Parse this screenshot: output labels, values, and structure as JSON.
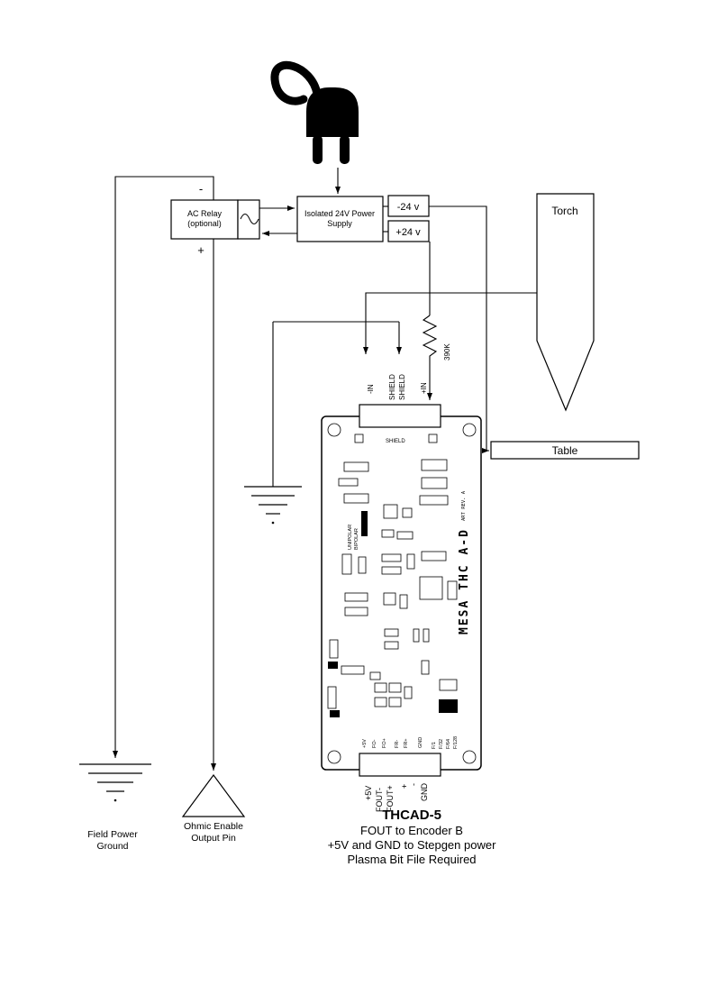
{
  "icons": {
    "plug": "power-plug-icon",
    "sine": "sine-wave-icon",
    "earth_ground": "earth-ground-icon",
    "resistor": "resistor-icon",
    "triangle": "triangle-symbol-icon"
  },
  "colors": {
    "ink": "#000000",
    "paper": "#ffffff"
  },
  "power": {
    "relay": {
      "line1": "AC Relay",
      "line2": "(optional)",
      "minus": "-",
      "plus": "+"
    },
    "supply": {
      "line1": "Isolated 24V Power",
      "line2": "Supply"
    },
    "neg24": "-24 v",
    "pos24": "+24 v"
  },
  "plasma": {
    "torch": "Torch",
    "table": "Table",
    "resistor": "390K"
  },
  "board": {
    "inputs": {
      "in_neg": "-IN",
      "shield_a": "SHIELD",
      "shield_b": "SHIELD",
      "in_pos": "+IN"
    },
    "silkscreen": {
      "shield": "SHIELD",
      "title": "MESA THC A-D",
      "rev": "ART REV. A",
      "unipolar": "UNIPOLAR",
      "bipolar": "BIPOLAR",
      "f1": "F/1",
      "f32": "F/32",
      "f64": "F/64",
      "f128": "F/128",
      "pin_5v": "+5V",
      "pin_fo_neg": "FO-",
      "pin_fo_pos": "FO+",
      "pin_fr_neg": "FR-",
      "pin_fr_pos": "FR+",
      "pin_gnd": "GND"
    },
    "outputs": {
      "p5v": "+5V",
      "fout_neg": "FOUT-",
      "fout_pos": "FOUT+",
      "plus": "+",
      "minus": "-",
      "gnd": "GND"
    }
  },
  "grounds": {
    "field": {
      "line1": "Field Power",
      "line2": "Ground"
    },
    "ohmic": {
      "line1": "Ohmic Enable",
      "line2": "Output Pin"
    }
  },
  "caption": {
    "title": "THCAD-5",
    "line1": "FOUT to  Encoder B",
    "line2": "+5V and GND to Stepgen power",
    "line3": "Plasma Bit File Required"
  }
}
